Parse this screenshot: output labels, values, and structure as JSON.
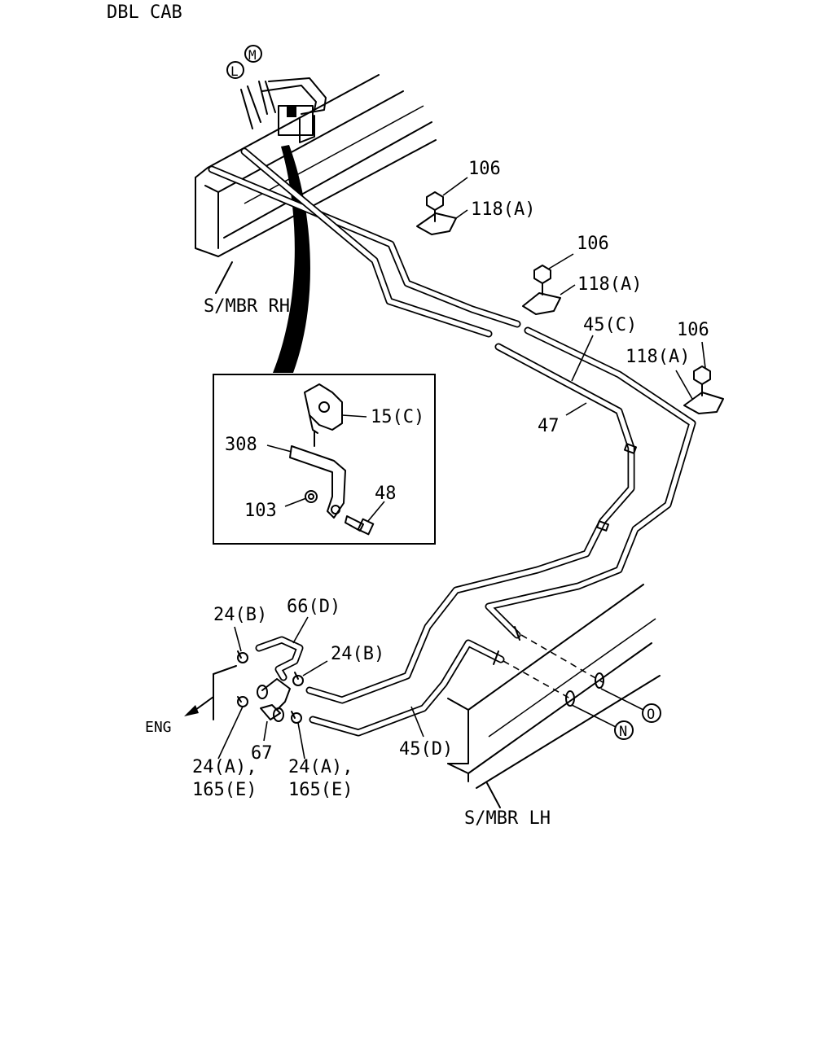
{
  "header": {
    "title": "DBL CAB"
  },
  "frames": {
    "right": "S/MBR RH",
    "left": "S/MBR LH"
  },
  "engine_arrow": "ENG",
  "markers": {
    "L": "L",
    "M": "M",
    "N": "N",
    "O": "O"
  },
  "callouts": {
    "c106_1": "106",
    "c118a_1": "118(A)",
    "c106_2": "106",
    "c118a_2": "118(A)",
    "c45c": "45(C)",
    "c106_3": "106",
    "c118a_3": "118(A)",
    "c47": "47",
    "c15c": "15(C)",
    "c308": "308",
    "c103": "103",
    "c48": "48",
    "c24b_1": "24(B)",
    "c66d": "66(D)",
    "c24b_2": "24(B)",
    "c67": "67",
    "c24a_left_1": "24(A),",
    "c165e_left": "165(E)",
    "c24a_right_1": "24(A),",
    "c165e_right": "165(E)",
    "c45d": "45(D)"
  }
}
